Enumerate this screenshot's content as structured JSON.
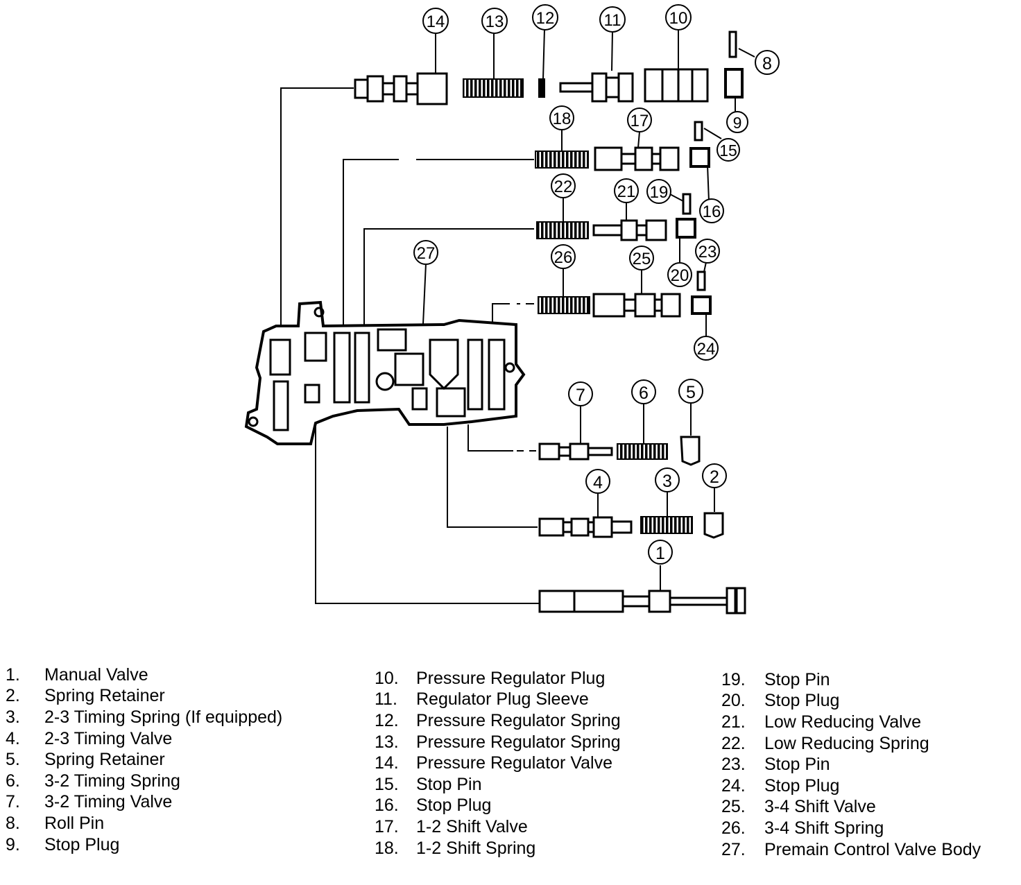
{
  "callouts": [
    "1",
    "2",
    "3",
    "4",
    "5",
    "6",
    "7",
    "8",
    "9",
    "10",
    "11",
    "12",
    "13",
    "14",
    "15",
    "16",
    "17",
    "18",
    "19",
    "20",
    "21",
    "22",
    "23",
    "24",
    "25",
    "26",
    "27"
  ],
  "legend": {
    "col1": [
      {
        "num": "1.",
        "label": "Manual Valve"
      },
      {
        "num": "2.",
        "label": "Spring Retainer"
      },
      {
        "num": "3.",
        "label": "2-3 Timing Spring (If equipped)"
      },
      {
        "num": "4.",
        "label": "2-3 Timing Valve"
      },
      {
        "num": "5.",
        "label": "Spring Retainer"
      },
      {
        "num": "6.",
        "label": "3-2 Timing Spring"
      },
      {
        "num": "7.",
        "label": "3-2 Timing Valve"
      },
      {
        "num": "8.",
        "label": "Roll Pin"
      },
      {
        "num": "9.",
        "label": "Stop Plug"
      }
    ],
    "col2": [
      {
        "num": "10.",
        "label": "Pressure Regulator Plug"
      },
      {
        "num": "11.",
        "label": "Regulator Plug Sleeve"
      },
      {
        "num": "12.",
        "label": "Pressure Regulator Spring"
      },
      {
        "num": "13.",
        "label": "Pressure Regulator Spring"
      },
      {
        "num": "14.",
        "label": "Pressure Regulator Valve"
      },
      {
        "num": "15.",
        "label": "Stop Pin"
      },
      {
        "num": "16.",
        "label": "Stop Plug"
      },
      {
        "num": "17.",
        "label": "1-2 Shift Valve"
      },
      {
        "num": "18.",
        "label": "1-2 Shift Spring"
      }
    ],
    "col3": [
      {
        "num": "19.",
        "label": "Stop Pin"
      },
      {
        "num": "20.",
        "label": "Stop Plug"
      },
      {
        "num": "21.",
        "label": "Low Reducing Valve"
      },
      {
        "num": "22.",
        "label": "Low Reducing Spring"
      },
      {
        "num": "23.",
        "label": "Stop Pin"
      },
      {
        "num": "24.",
        "label": "Stop Plug"
      },
      {
        "num": "25.",
        "label": "3-4 Shift Valve"
      },
      {
        "num": "26.",
        "label": "3-4 Shift Spring"
      },
      {
        "num": "27.",
        "label": "Premain Control Valve Body"
      }
    ]
  }
}
